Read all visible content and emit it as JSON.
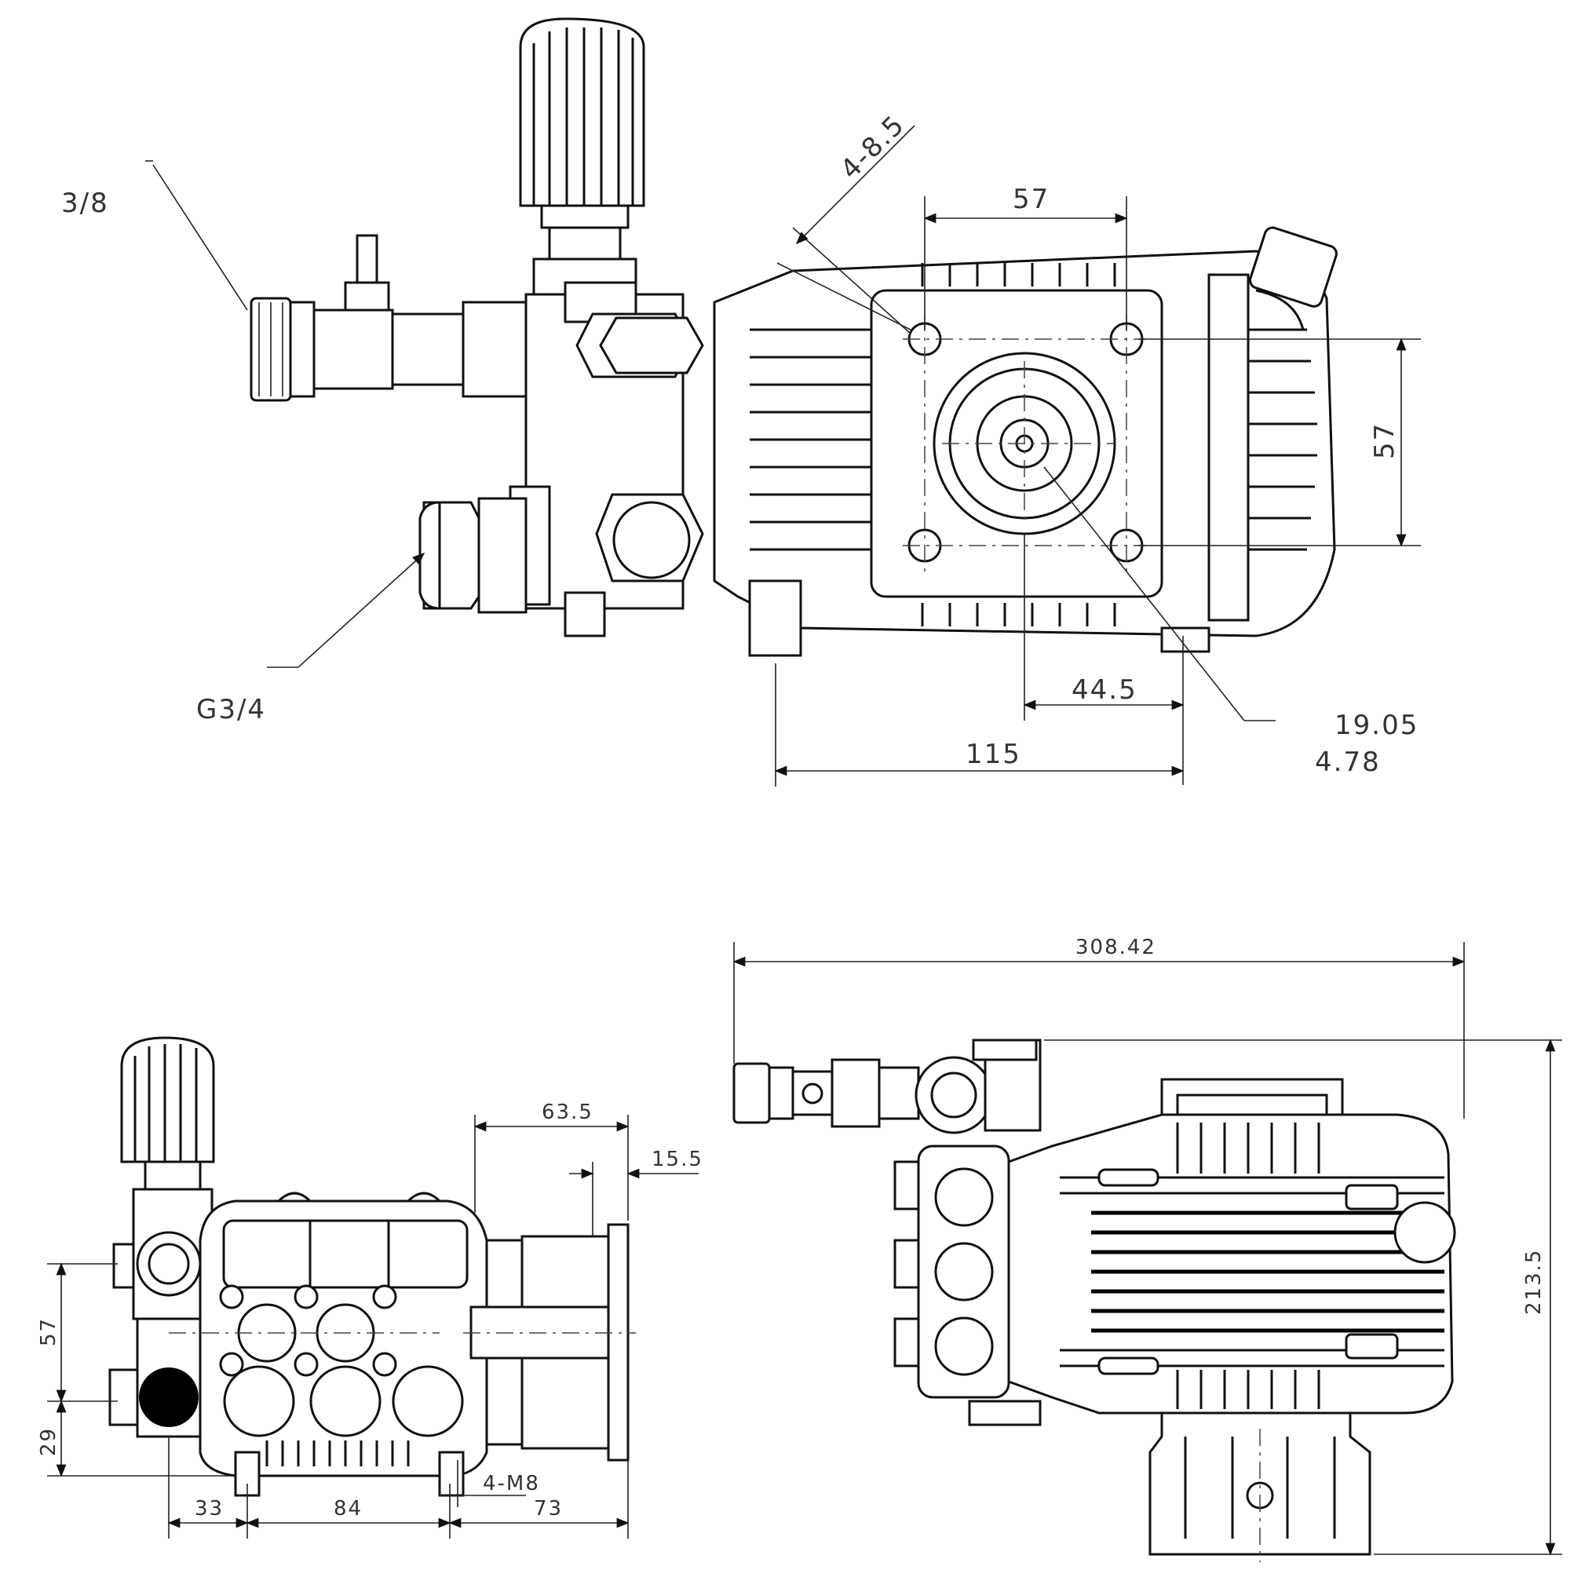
{
  "drawing": {
    "top_view": {
      "labels": {
        "outlet_thread": "3/8",
        "inlet_thread": "G3/4",
        "mount_holes": "4-8.5",
        "hole_spacing_h": "57",
        "hole_spacing_v": "57",
        "shaft_offset": "44.5",
        "overall_base": "115",
        "shaft_dia": "19.05",
        "key_width": "4.78"
      }
    },
    "front_view": {
      "labels": {
        "height_upper": "57",
        "height_lower": "29",
        "width_left": "33",
        "width_mid": "84",
        "width_right": "73",
        "shaft_len": "63.5",
        "shaft_key": "15.5",
        "bolts": "4-M8"
      }
    },
    "side_view": {
      "labels": {
        "overall_length": "308.42",
        "overall_height": "213.5"
      }
    }
  }
}
